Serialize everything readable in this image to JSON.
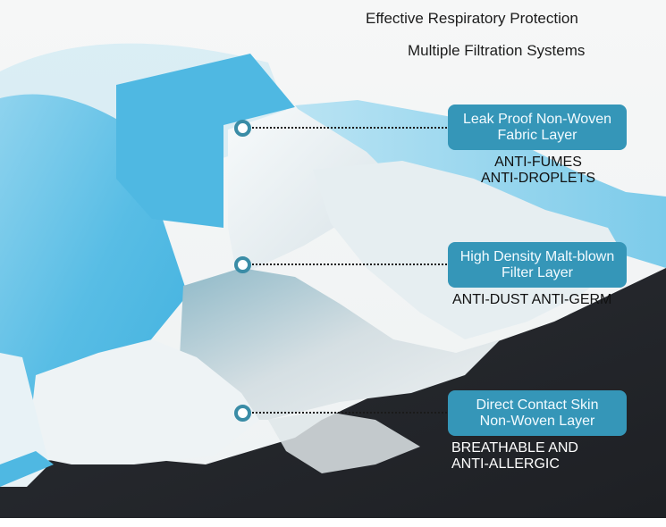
{
  "header": {
    "title": "Effective Respiratory Protection",
    "subtitle": "Multiple Filtration Systems"
  },
  "colors": {
    "pill_bg": "#3596b8",
    "pill_text": "#f2fbff",
    "marker_ring": "#3a8ca6",
    "mask_blue": "#5bbfe6",
    "dark_fabric": "#25272b"
  },
  "layers": [
    {
      "label_line1": "Leak Proof Non-Woven",
      "label_line2": "Fabric Layer",
      "benefit_line1": "ANTI-FUMES",
      "benefit_line2": "ANTI-DROPLETS",
      "icon": "callout-marker-icon"
    },
    {
      "label_line1": "High Density Malt-blown",
      "label_line2": "Filter Layer",
      "benefit_line1": "ANTI-DUST ANTI-GERM",
      "icon": "callout-marker-icon"
    },
    {
      "label_line1": "Direct Contact Skin",
      "label_line2": "Non-Woven Layer",
      "benefit_line1": "BREATHABLE AND",
      "benefit_line2": "ANTI-ALLERGIC",
      "icon": "callout-marker-icon"
    }
  ]
}
